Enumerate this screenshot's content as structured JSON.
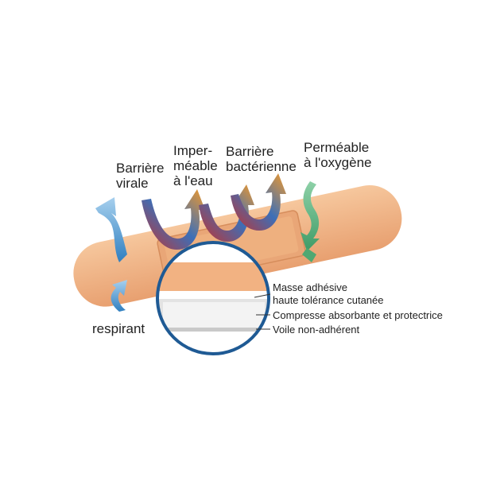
{
  "labels": {
    "viral": [
      "Barrière",
      "virale"
    ],
    "water": [
      "Imper-",
      "méable",
      "à l'eau"
    ],
    "bacterial": [
      "Barrière",
      "bactérienne"
    ],
    "oxygen": [
      "Perméable",
      "à l'oxygène"
    ],
    "breathable": "respirant"
  },
  "layers": {
    "adhesive": [
      "Masse adhésive",
      "haute tolérance cutanée"
    ],
    "compress": "Compresse absorbante et protectrice",
    "veil": "Voile non-adhérent"
  },
  "colors": {
    "bandage": "#f2b282",
    "bandage_dark": "#e39a66",
    "circle_border": "#1f5a94",
    "blue_arrow": "#5aa3d6",
    "red_arrow": "#c8302a",
    "orange_arrow": "#f39a2a",
    "green_arrow": "#4fa872",
    "compress": "#efefef"
  },
  "icons": [
    "breath-arrow-icon",
    "water-arrow-icon",
    "bacteria-arrow-icon",
    "oxygen-arrow-icon"
  ]
}
